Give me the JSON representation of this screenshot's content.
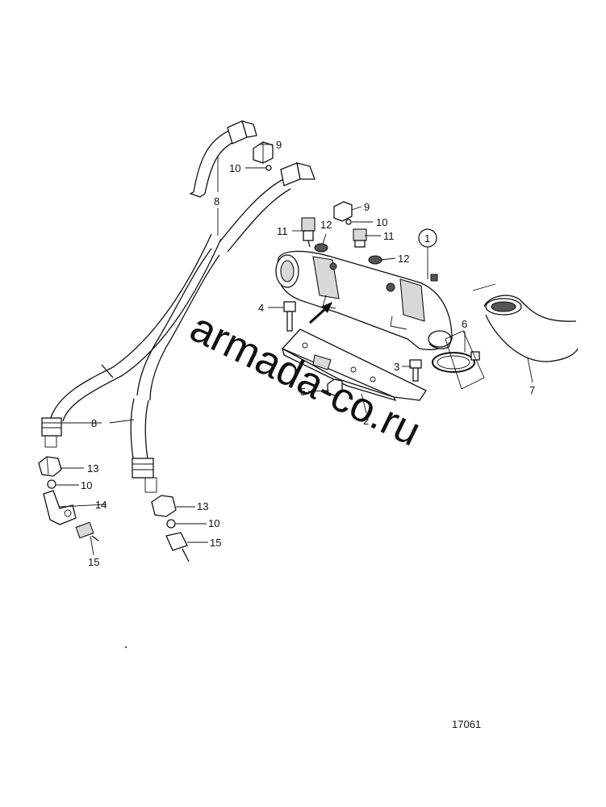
{
  "diagram": {
    "drawing_number": "17061",
    "watermark": "armada-co.ru",
    "watermark_color": "#e89ac8",
    "callouts": [
      {
        "id": "1",
        "label": "1",
        "circled": true
      },
      {
        "id": "2",
        "label": "2"
      },
      {
        "id": "3",
        "label": "3"
      },
      {
        "id": "4",
        "label": "4"
      },
      {
        "id": "5",
        "label": "5"
      },
      {
        "id": "6",
        "label": "6"
      },
      {
        "id": "7",
        "label": "7"
      },
      {
        "id": "8a",
        "label": "8"
      },
      {
        "id": "8b",
        "label": "8"
      },
      {
        "id": "9a",
        "label": "9"
      },
      {
        "id": "9b",
        "label": "9"
      },
      {
        "id": "10a",
        "label": "10"
      },
      {
        "id": "10b",
        "label": "10"
      },
      {
        "id": "10c",
        "label": "10"
      },
      {
        "id": "10d",
        "label": "10"
      },
      {
        "id": "11a",
        "label": "11"
      },
      {
        "id": "11b",
        "label": "11"
      },
      {
        "id": "12a",
        "label": "12"
      },
      {
        "id": "12b",
        "label": "12"
      },
      {
        "id": "13a",
        "label": "13"
      },
      {
        "id": "13b",
        "label": "13"
      },
      {
        "id": "14",
        "label": "14"
      },
      {
        "id": "15a",
        "label": "15"
      },
      {
        "id": "15b",
        "label": "15"
      }
    ]
  }
}
